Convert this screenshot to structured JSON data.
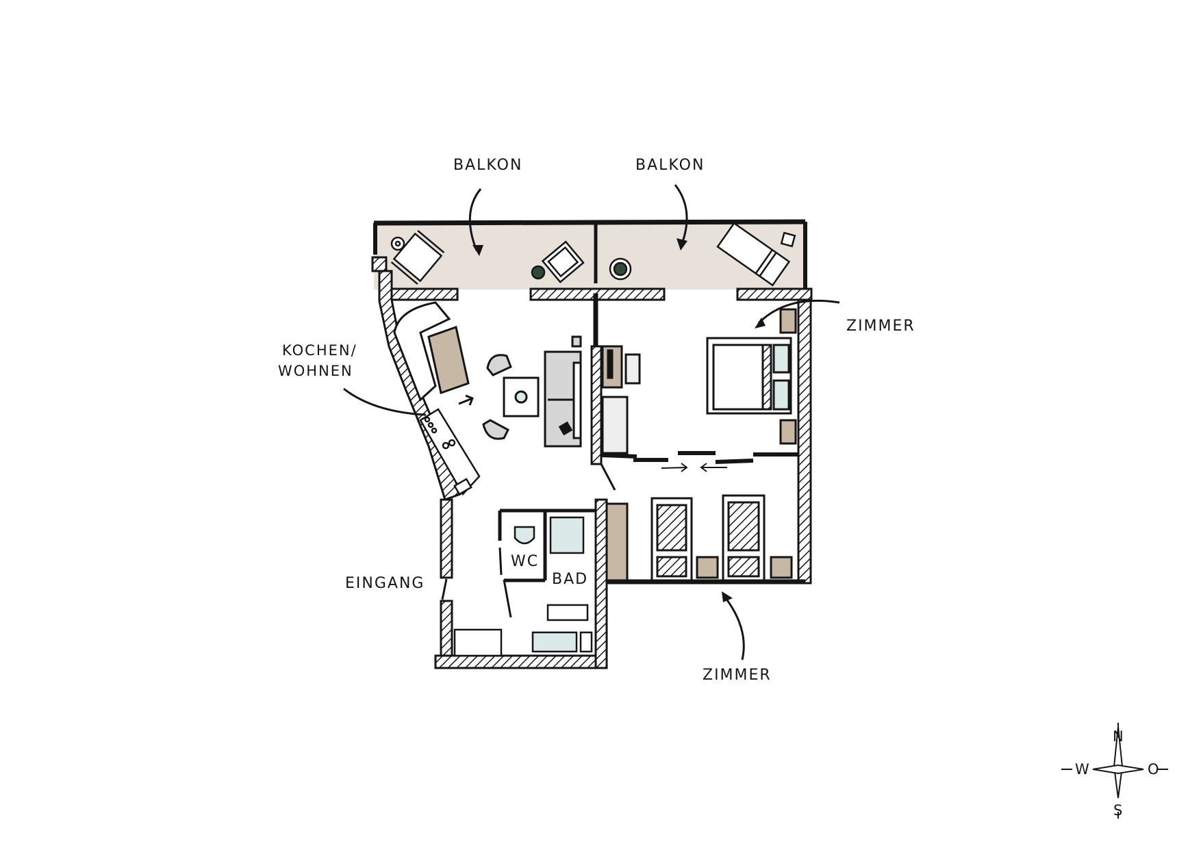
{
  "title": "Floor plan sketch",
  "colors": {
    "ink": "#151515",
    "balcony_fill": "#e8e1da",
    "furniture_tan": "#c7b8a5",
    "bath_blue": "#dbe9e9",
    "sofa_grey": "#d6d6d6",
    "plant_green": "#2f4a38",
    "background": "#ffffff"
  },
  "labels": {
    "balkon_left": "BALKON",
    "balkon_right": "BALKON",
    "kochen_wohnen_line1": "KOCHEN/",
    "kochen_wohnen_line2": "WOHNEN",
    "zimmer_top": "ZIMMER",
    "zimmer_bottom": "ZIMMER",
    "eingang": "EINGANG",
    "wc": "WC",
    "bad": "BAD"
  },
  "compass": {
    "north": "N",
    "south": "S",
    "west": "W",
    "east": "O"
  },
  "rooms": [
    {
      "id": "balkon-west",
      "name": "BALKON"
    },
    {
      "id": "balkon-east",
      "name": "BALKON"
    },
    {
      "id": "kochen-wohnen",
      "name": "KOCHEN/WOHNEN"
    },
    {
      "id": "zimmer-north",
      "name": "ZIMMER"
    },
    {
      "id": "zimmer-south",
      "name": "ZIMMER"
    },
    {
      "id": "wc",
      "name": "WC"
    },
    {
      "id": "bad",
      "name": "BAD"
    },
    {
      "id": "eingang",
      "name": "EINGANG"
    }
  ]
}
